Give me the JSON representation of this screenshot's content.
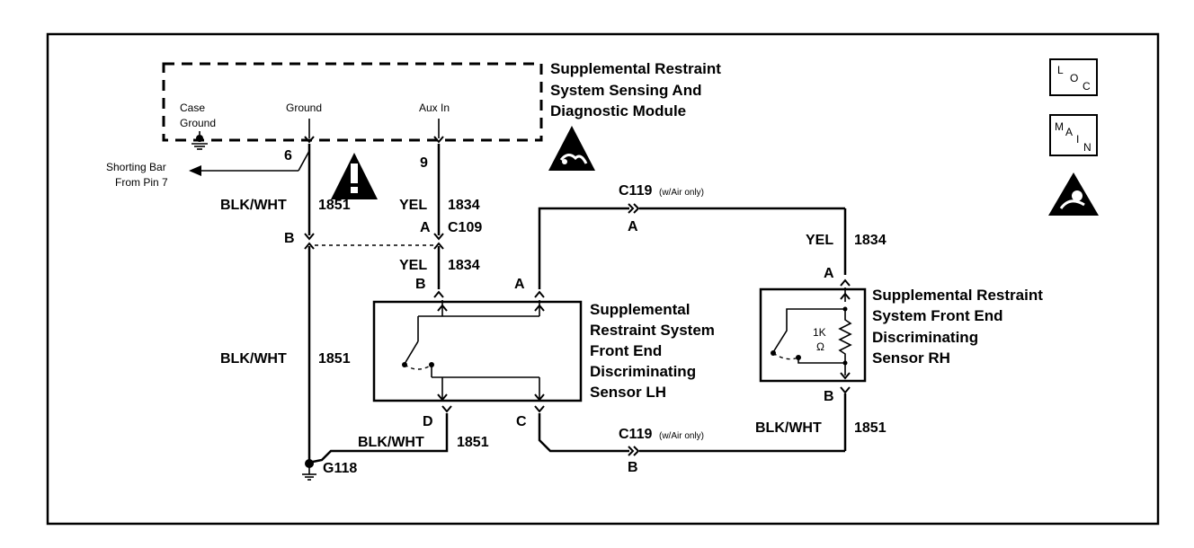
{
  "module": {
    "title_lines": [
      "Supplemental Restraint",
      "System Sensing And",
      "Diagnostic Module"
    ],
    "pins": {
      "case_ground": [
        "Case",
        "Ground"
      ],
      "ground": "Ground",
      "aux_in": "Aux In"
    },
    "pin_numbers": {
      "ground": "6",
      "aux": "9"
    },
    "shorting_bar": [
      "Shorting Bar",
      "From Pin 7"
    ]
  },
  "nav_icons": {
    "loc": [
      "L",
      "O",
      "C"
    ],
    "main": [
      "M",
      "A",
      "I",
      "N"
    ]
  },
  "wires": {
    "blk_wht_color": "BLK/WHT",
    "blk_wht_circuit": "1851",
    "yel_color": "YEL",
    "yel_circuit": "1834"
  },
  "connectors": {
    "c109": "C109",
    "c109_pin_a": "A",
    "c109_pin_b": "B",
    "c119": "C119",
    "c119_note": "(w/Air only)",
    "pin_a": "A",
    "pin_b": "B",
    "pin_c": "C",
    "pin_d": "D",
    "ground_point": "G118"
  },
  "sensor_lh": {
    "title_lines": [
      "Supplemental",
      "Restraint System",
      "Front End",
      "Discriminating",
      "Sensor LH"
    ]
  },
  "sensor_rh": {
    "title_lines": [
      "Supplemental Restraint",
      "System Front End",
      "Discriminating",
      "Sensor RH"
    ],
    "resistor": [
      "1K",
      "Ω"
    ]
  }
}
